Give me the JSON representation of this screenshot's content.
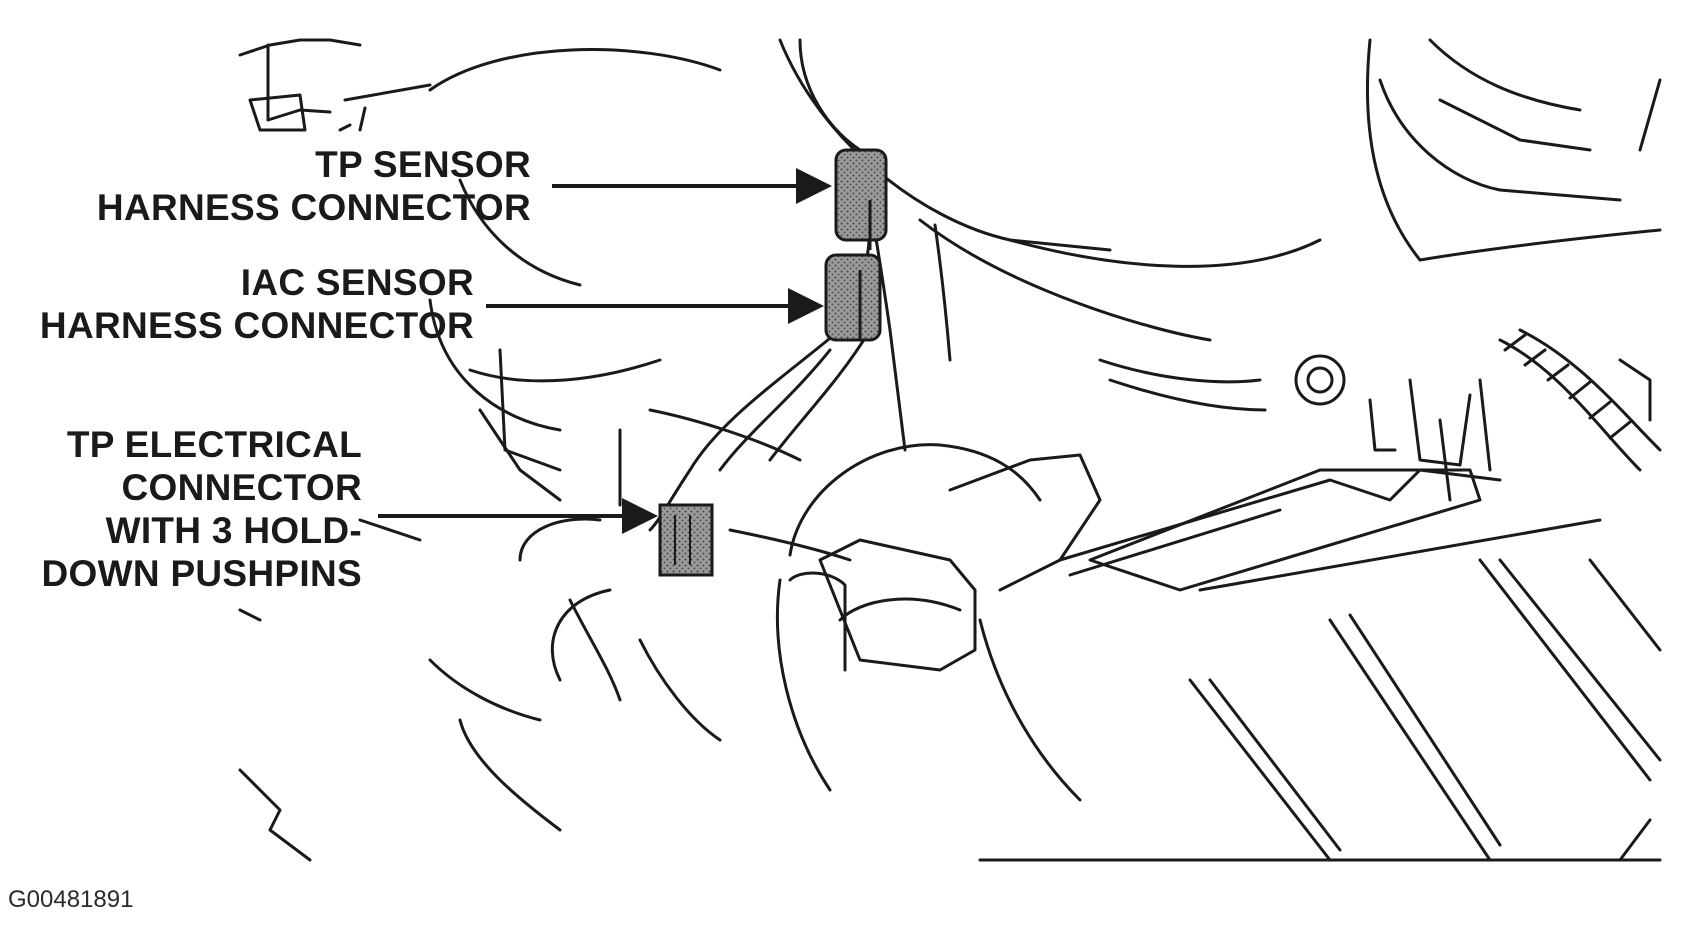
{
  "callouts": {
    "tp_sensor_harness": {
      "line1": "TP SENSOR",
      "line2": "HARNESS CONNECTOR"
    },
    "iac_sensor_harness": {
      "line1": "IAC SENSOR",
      "line2": "HARNESS CONNECTOR"
    },
    "tp_electrical": {
      "line1": "TP ELECTRICAL",
      "line2": "CONNECTOR",
      "line3": "WITH 3 HOLD-",
      "line4": "DOWN PUSHPINS"
    }
  },
  "figure_id": "G00481891",
  "colors": {
    "ink": "#1a1a1a",
    "connector_fill": "#8a8a8a",
    "background": "#ffffff"
  }
}
